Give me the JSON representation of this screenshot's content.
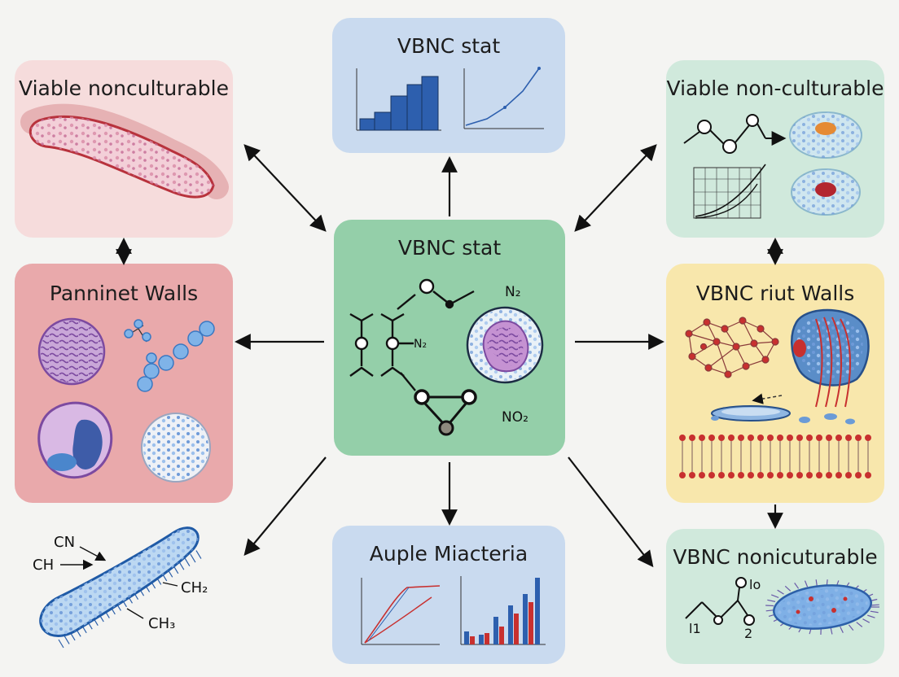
{
  "colors": {
    "pink": "#f6dcdc",
    "red": "#e9a9ab",
    "blue": "#c9daef",
    "green": "#94cfa9",
    "mint": "#d0e9dc",
    "yellow": "#f8e7ac",
    "arrow": "#111111"
  },
  "panels": {
    "top_left": {
      "title": "Viable nonculturable"
    },
    "top_center": {
      "title": "VBNC stat"
    },
    "top_right": {
      "title": "Viable non-culturable"
    },
    "mid_left": {
      "title": "Panninet Walls"
    },
    "center": {
      "title": "VBNC stat",
      "labels": {
        "n2_top": "N₂",
        "n2_left": "N₂",
        "no2": "NO₂"
      }
    },
    "mid_right": {
      "title": "VBNC riut Walls"
    },
    "bottom_center": {
      "title": "Auple Miacteria"
    },
    "bottom_right": {
      "title": "VBNC nonicuturable",
      "labels": {
        "l1": "lo",
        "l2": "l1",
        "l3": "2"
      }
    },
    "bottom_left": {
      "labels": {
        "cn": "CN",
        "ch": "CH",
        "ch2": "CH₂",
        "ch3": "CH₃"
      }
    }
  }
}
